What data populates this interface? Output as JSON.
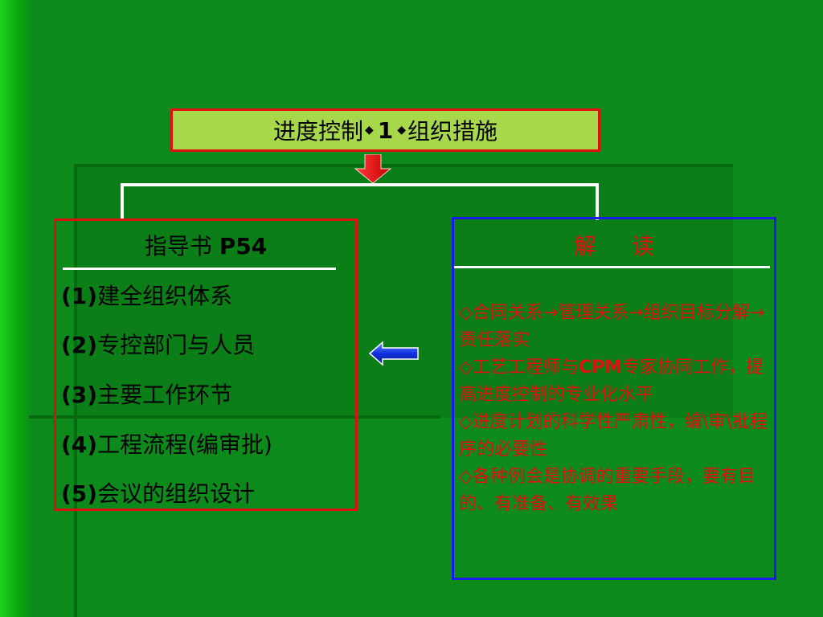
{
  "title": {
    "part1": "进度控制",
    "bullet": "◆",
    "number": "1",
    "part2": "组织措施"
  },
  "guide": {
    "heading_text": "指导书",
    "heading_ref": "P54",
    "items": [
      {
        "num": "(1)",
        "text": "建全组织体系"
      },
      {
        "num": "(2)",
        "text": "专控部门与人员"
      },
      {
        "num": "(3)",
        "text": "主要工作环节"
      },
      {
        "num": "(4)",
        "text": "工程流程(编审批)"
      },
      {
        "num": "(5)",
        "text": "会议的组织设计"
      }
    ]
  },
  "interpretation": {
    "heading": "解读",
    "p1": "◇合同关系→管理关系→组织目标分解→责任落实",
    "p2_before": "◇工艺工程师与",
    "p2_bold": "CPM",
    "p2_after": "专家协同工作，提高进度控制的专业化水平",
    "p3": "◇进度计划的科学性严肃性，编\\审\\批程序的必要性",
    "p4": "◇各种例会是协调的重要手段，要有目的、有准备、有效果"
  },
  "colors": {
    "background": "#0c8a1c",
    "title_fill": "#a7d84c",
    "red_border": "#e01010",
    "blue_border": "#1a1aee",
    "interpretation_text": "#e01010"
  }
}
